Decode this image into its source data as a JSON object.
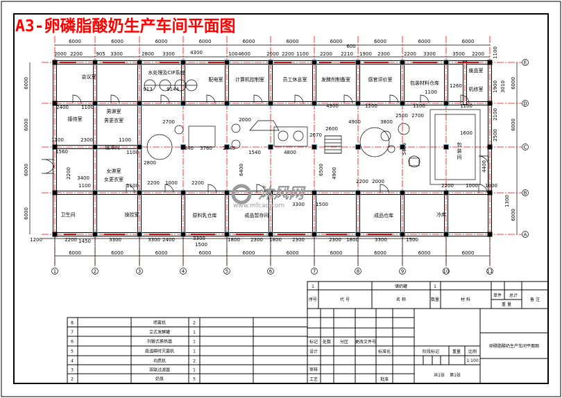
{
  "title": "A3-卵磷脂酸奶生产车间平面图",
  "watermark": {
    "brand": "沐风网",
    "url": "www.mfcad.com"
  },
  "plan": {
    "rooms": [
      "会议室",
      "水处理及CIP系统",
      "配电室",
      "计算机控制室",
      "员工休息室",
      "发酵剂制备室",
      "感官评价室",
      "包装材料仓库",
      "废品室",
      "机修室",
      "接待室",
      "男淋室",
      "男更衣室",
      "缓冲间",
      "女淋室",
      "女更衣室",
      "卫生间",
      "操控室",
      "原料乳仓库",
      "成品暂存间",
      "成品仓库",
      "冷库",
      "包装间"
    ],
    "dims_top_overall": [
      "6000",
      "6000",
      "6000",
      "6000",
      "6000",
      "6000",
      "6000",
      "6000",
      "6000",
      "6000"
    ],
    "dims_top_detail": [
      "2000",
      "2200",
      "905",
      "3300",
      "2800",
      "3300",
      "4300",
      "100",
      "4600",
      "2000",
      "2200",
      "1100",
      "2200",
      "2210",
      "600",
      "1900",
      "2300",
      "2200",
      "3300",
      "3500",
      "2200"
    ],
    "dims_bottom_detail": [
      "1200",
      "2200",
      "1450",
      "3300",
      "3300",
      "2400",
      "3300",
      "1500",
      "1800",
      "2300",
      "1800",
      "2300",
      "2300",
      "1800",
      "3300",
      "1500"
    ],
    "dims_bottom_overall": [
      "6000",
      "6000",
      "6000",
      "6000",
      "6000",
      "6000",
      "6000",
      "6000",
      "6000",
      "6000"
    ],
    "dims_left": [
      "6000",
      "6000",
      "6000",
      "6000"
    ],
    "dims_right": [
      "1100",
      "6000",
      "6000",
      "6000",
      "1300",
      "1900",
      "3010",
      "2100",
      "2500"
    ],
    "dims_interior": [
      "2400",
      "1100",
      "1100",
      "2300",
      "1100",
      "1560",
      "1100",
      "3400",
      "1100",
      "1100",
      "2200",
      "1000",
      "2200",
      "2700",
      "2800",
      "2840",
      "3760",
      "2740",
      "1540",
      "4800",
      "2000",
      "6400",
      "6500",
      "4900",
      "4300",
      "1200",
      "1100",
      "1100",
      "2600",
      "2670",
      "4900",
      "3800",
      "2500",
      "2700",
      "1600",
      "1260",
      "1100",
      "2200",
      "2000",
      "2200",
      "1000",
      "1000",
      "3300",
      "1500",
      "9144",
      "913",
      "2200",
      "5400",
      "4400"
    ],
    "axis_columns": [
      "1",
      "2",
      "3",
      "4",
      "5",
      "6",
      "7",
      "8",
      "9",
      "10",
      "11"
    ],
    "axis_rows": [
      "E",
      "D",
      "C",
      "B",
      "A"
    ]
  },
  "parts_table": [
    {
      "no": "8",
      "name": "喷雾机",
      "qty": "2"
    },
    {
      "no": "7",
      "name": "立式发酵罐",
      "qty": "1"
    },
    {
      "no": "6",
      "name": "列管式换热器",
      "qty": "1"
    },
    {
      "no": "5",
      "name": "高温瞬时灭菌机",
      "qty": "1"
    },
    {
      "no": "4",
      "name": "均质机",
      "qty": "2"
    },
    {
      "no": "3",
      "name": "双联过滤器",
      "qty": "1"
    },
    {
      "no": "2",
      "name": "奶泵",
      "qty": "5"
    }
  ],
  "title_block": {
    "row1": {
      "no": "1",
      "name": "储奶罐",
      "qty": "1"
    },
    "headers": {
      "no": "序号",
      "code": "代 号",
      "name": "名 称",
      "qty": "数量",
      "material": "材 料",
      "single": "单件",
      "total": "总计",
      "weight": "重 量",
      "remark": "备 注"
    },
    "mark": "标记",
    "count": "处数",
    "zone": "分区",
    "change_doc": "更改文件号",
    "design": "设计",
    "standard": "标准化",
    "stage": "阶段标记",
    "weight": "重量",
    "scale": "比例",
    "scale_value": "1:100",
    "review": "审核",
    "process": "工艺",
    "approve": "批准",
    "sheets_total": "共1张",
    "sheet_no": "第1张",
    "drawing_name": "卵磷脂酸奶生产车间平面图"
  }
}
